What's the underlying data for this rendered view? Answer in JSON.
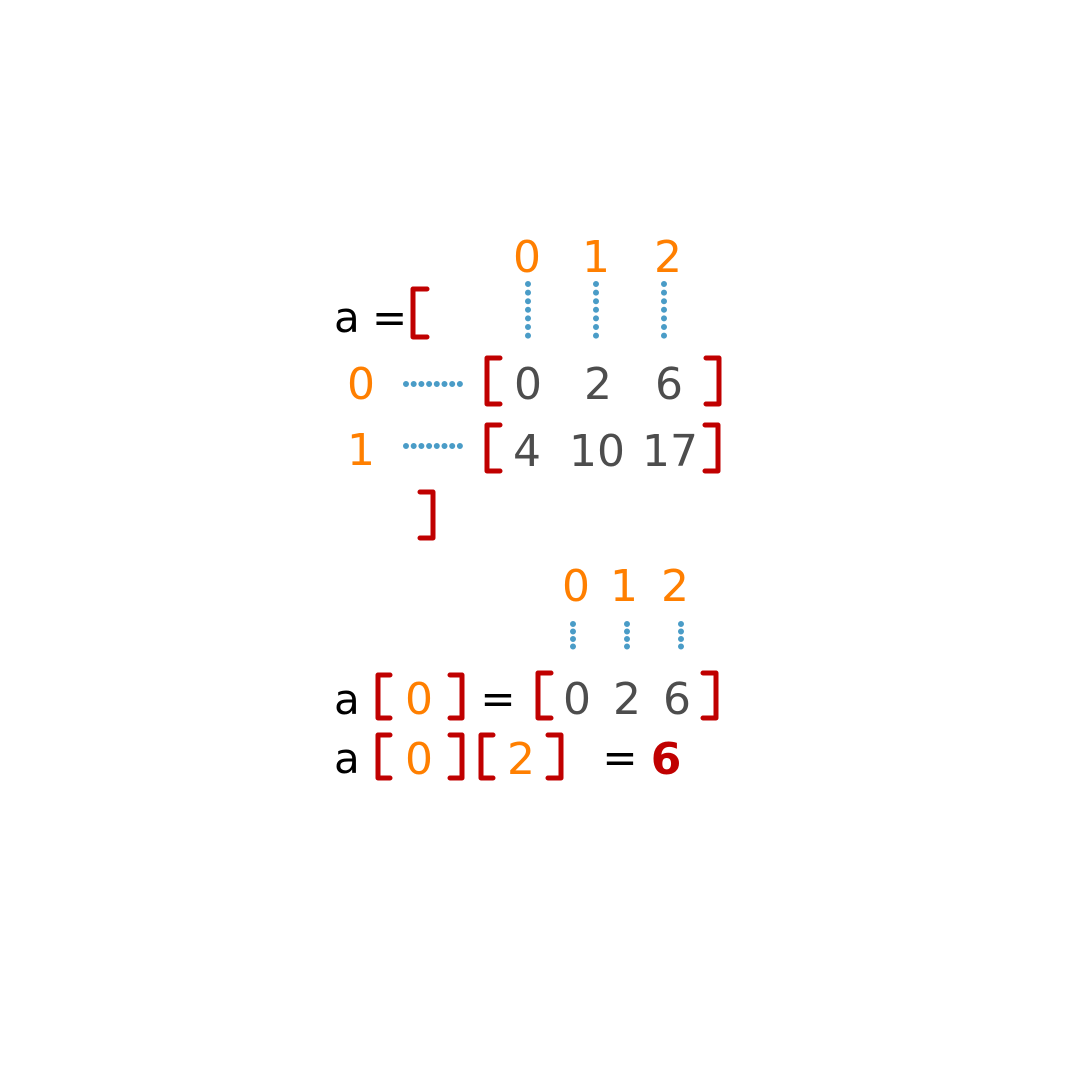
{
  "matrix": {
    "variable": "a",
    "equals": "=",
    "column_indices": [
      "0",
      "1",
      "2"
    ],
    "row_indices": [
      "0",
      "1"
    ],
    "rows": [
      [
        "0",
        "2",
        "6"
      ],
      [
        "4",
        "10",
        "17"
      ]
    ]
  },
  "row_access": {
    "variable": "a",
    "index": "0",
    "equals": "=",
    "column_indices": [
      "0",
      "1",
      "2"
    ],
    "values": [
      "0",
      "2",
      "6"
    ]
  },
  "element_access": {
    "variable": "a",
    "row_index": "0",
    "col_index": "2",
    "equals": "=",
    "result": "6"
  },
  "colors": {
    "index": "#ff7f00",
    "bracket": "#c00000",
    "value": "#4d4d4d",
    "dots": "#4a9cc7",
    "result": "#c00000"
  }
}
